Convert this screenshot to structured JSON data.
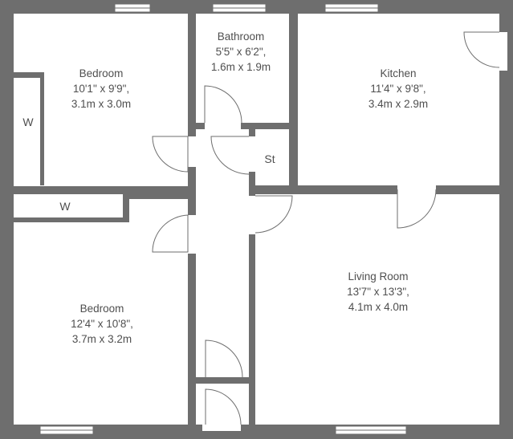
{
  "rooms": {
    "bedroom_1": {
      "name": "Bedroom",
      "dim_imperial": "10'1\" x 9'9\",",
      "dim_metric": "3.1m x 3.0m"
    },
    "bathroom": {
      "name": "Bathroom",
      "dim_imperial": "5'5\" x 6'2\",",
      "dim_metric": "1.6m x 1.9m"
    },
    "kitchen": {
      "name": "Kitchen",
      "dim_imperial": "11'4\" x 9'8\",",
      "dim_metric": "3.4m x 2.9m"
    },
    "store": {
      "name": "St"
    },
    "living_room": {
      "name": "Living Room",
      "dim_imperial": "13'7\" x 13'3\",",
      "dim_metric": "4.1m x 4.0m"
    },
    "bedroom_2": {
      "name": "Bedroom",
      "dim_imperial": "12'4\" x 10'8\",",
      "dim_metric": "3.7m x 3.2m"
    },
    "wardrobe_1": {
      "name": "W"
    },
    "wardrobe_2": {
      "name": "W"
    }
  },
  "colors": {
    "wall": "#6e6e6e",
    "floor": "#ffffff",
    "line": "#6e6e6e",
    "text": "#4f4f4f"
  }
}
